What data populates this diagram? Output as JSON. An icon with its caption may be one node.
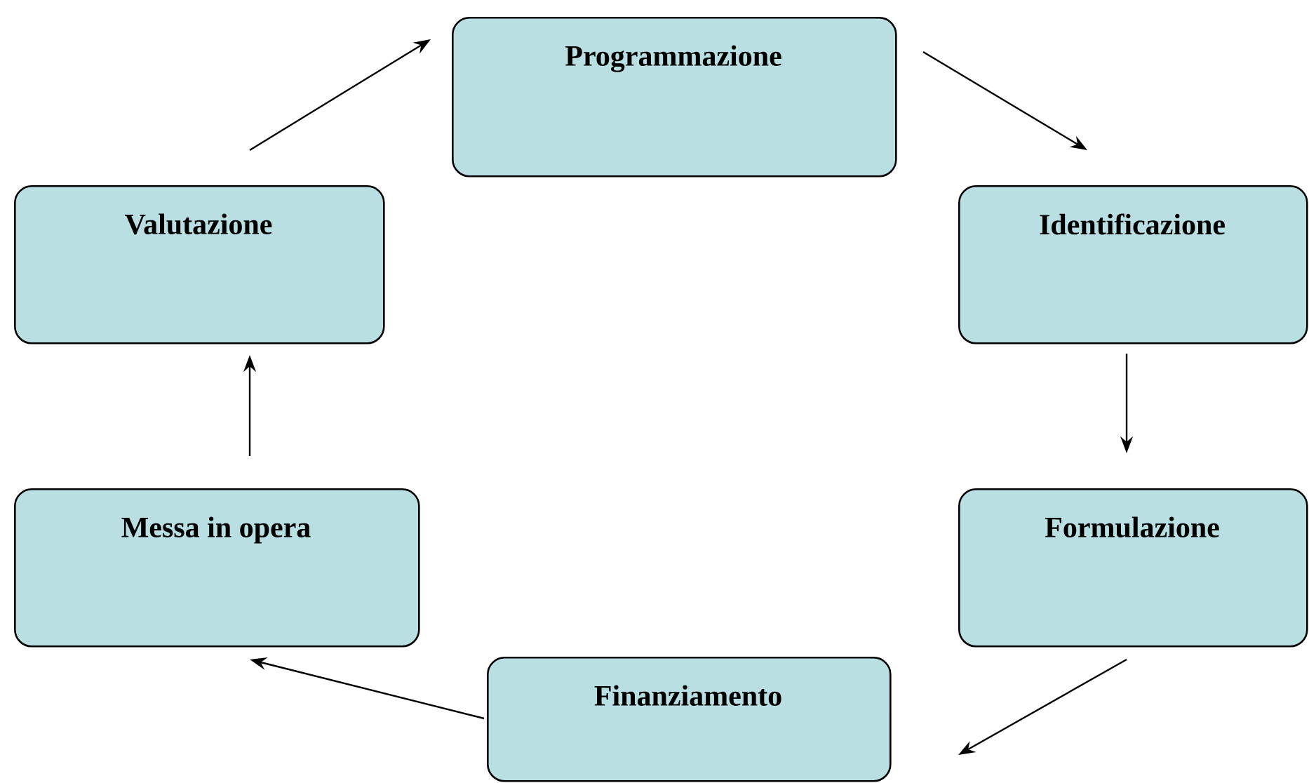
{
  "diagram": {
    "nodes": [
      {
        "text": [
          "Programmazione"
        ]
      },
      {
        "text": [
          "Identificazione"
        ]
      },
      {
        "text": [
          "Formulazione"
        ]
      },
      {
        "text": [
          "Finanziamento"
        ]
      },
      {
        "text": [
          "Messa in opera"
        ]
      },
      {
        "text": [
          "Valutazione"
        ]
      }
    ],
    "edges": [
      {
        "from": 0,
        "to": 1,
        "arrow": "to"
      },
      {
        "from": 1,
        "to": 2,
        "arrow": "to"
      },
      {
        "from": 2,
        "to": 3,
        "arrow": "to"
      },
      {
        "from": 3,
        "to": 4,
        "arrow": "to"
      },
      {
        "from": 4,
        "to": 5,
        "arrow": "to"
      },
      {
        "from": 5,
        "to": 0,
        "arrow": "to"
      }
    ]
  }
}
